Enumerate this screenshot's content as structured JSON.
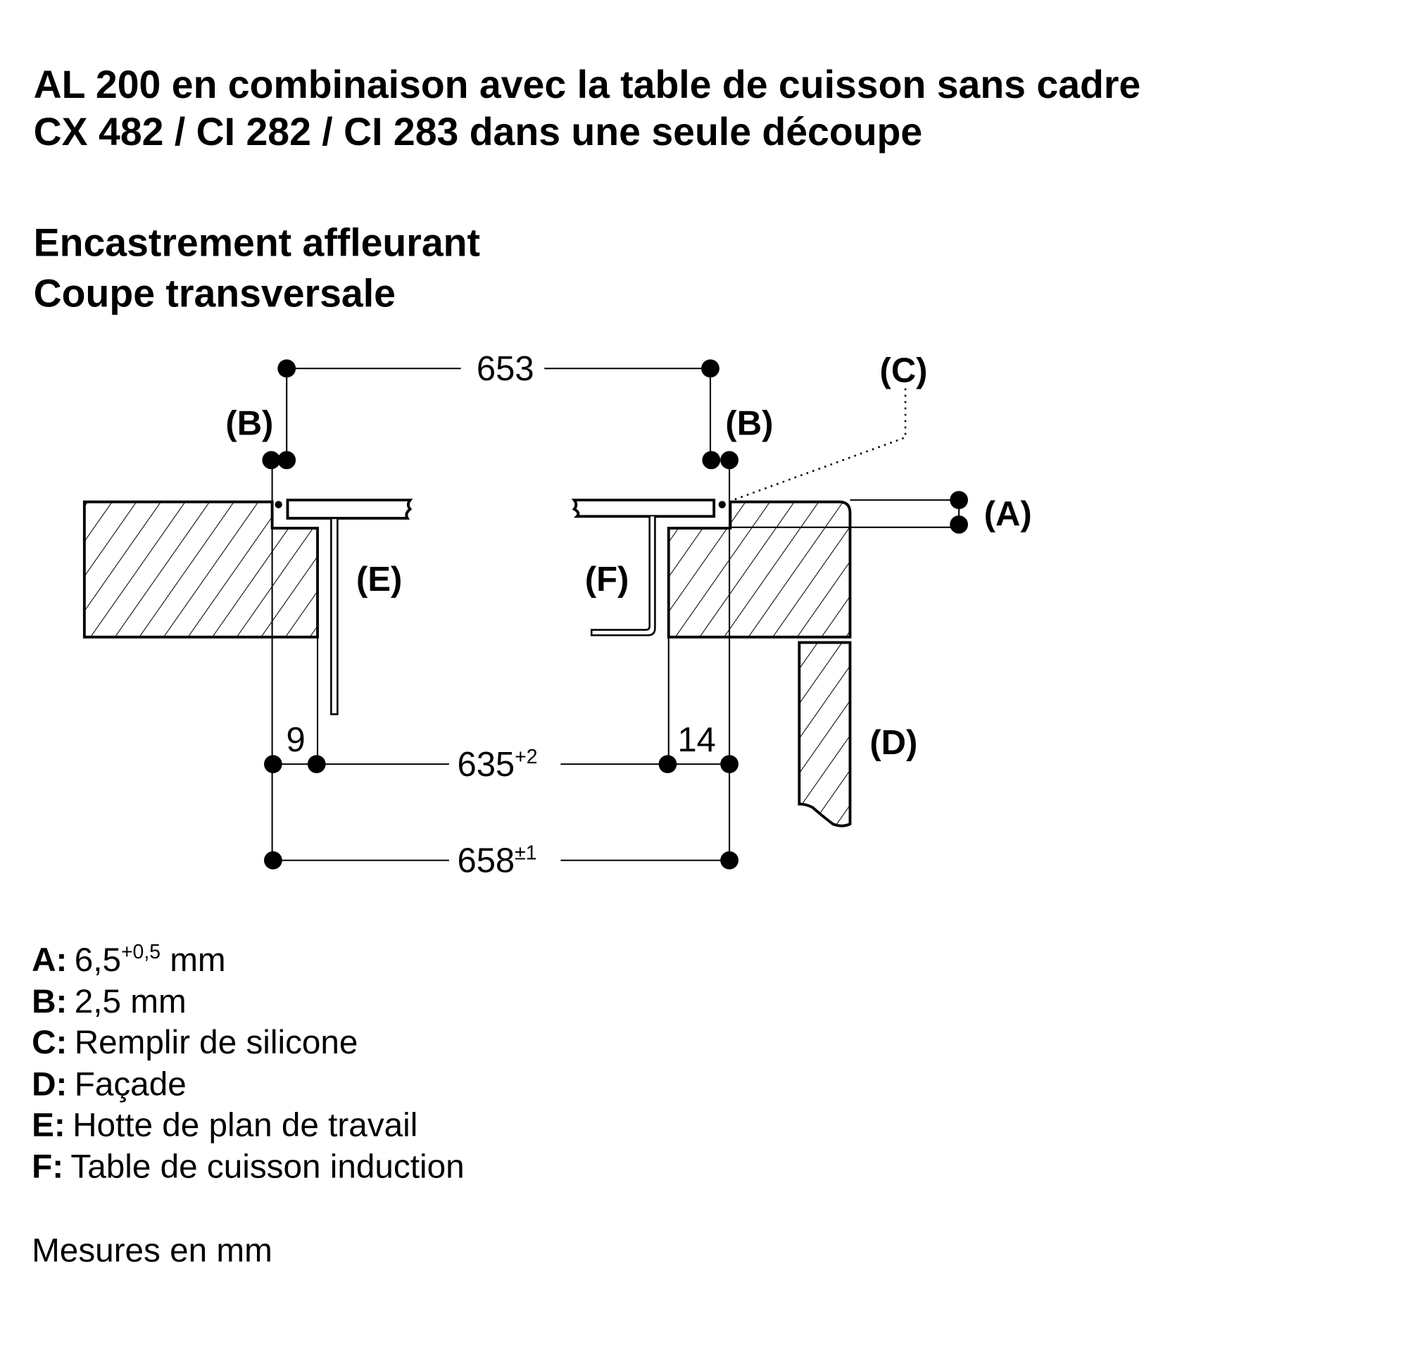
{
  "title": {
    "line1": "AL 200 en combinaison avec la table de cuisson sans cadre",
    "line2": "CX 482 / CI 282 / CI 283 dans une seule découpe"
  },
  "subtitle": {
    "line1": "Encastrement affleurant",
    "line2": "Coupe transversale"
  },
  "diagram": {
    "labels": {
      "A": "(A)",
      "B": "(B)",
      "C": "(C)",
      "D": "(D)",
      "E": "(E)",
      "F": "(F)"
    },
    "dimensions": {
      "top": "653",
      "left_gap": "9",
      "right_gap": "14",
      "inner": "635",
      "inner_tol": "+2",
      "outer": "658",
      "outer_tol": "±1"
    }
  },
  "legend": [
    {
      "key": "A:",
      "value": "6,5",
      "sup": "+0,5",
      "unit": " mm"
    },
    {
      "key": "B:",
      "value": "2,5 mm"
    },
    {
      "key": "C:",
      "value": "Remplir de silicone"
    },
    {
      "key": "D:",
      "value": "Façade"
    },
    {
      "key": "E:",
      "value": "Hotte de plan de travail"
    },
    {
      "key": "F:",
      "value": "Table de cuisson induction"
    }
  ],
  "footer": "Mesures en mm"
}
